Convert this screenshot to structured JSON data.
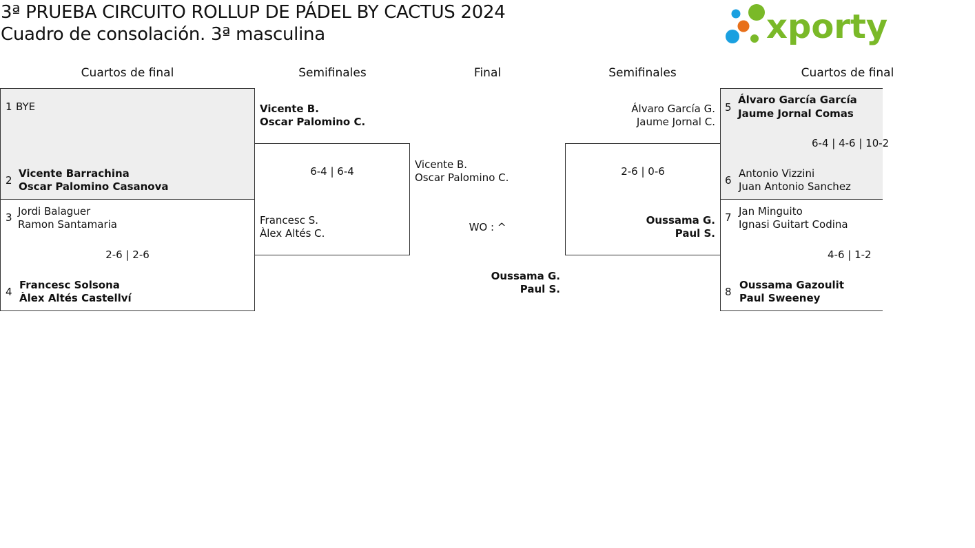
{
  "header": {
    "title_line1": "3ª PRUEBA CIRCUITO ROLLUP DE PÁDEL BY CACTUS 2024",
    "title_line2": "Cuadro de consolación. 3ª masculina"
  },
  "logo": {
    "text": "xporty",
    "colors": {
      "green": "#7ab928",
      "blue": "#1aa0e0",
      "orange": "#e8701a"
    }
  },
  "rounds": {
    "qf_left": "Cuartos de final",
    "sf_left": "Semifinales",
    "final": "Final",
    "sf_right": "Semifinales",
    "qf_right": "Cuartos de final"
  },
  "qf": [
    {
      "seed": "1",
      "p1": "BYE",
      "p2": ""
    },
    {
      "seed": "2",
      "p1": "Vicente Barrachina",
      "p2": "Oscar Palomino Casanova"
    },
    {
      "seed": "3",
      "p1": "Jordi Balaguer",
      "p2": "Ramon Santamaria"
    },
    {
      "seed": "4",
      "p1": "Francesc Solsona",
      "p2": "Àlex Altés Castellví"
    },
    {
      "seed": "5",
      "p1": "Álvaro García García",
      "p2": "Jaume Jornal Comas"
    },
    {
      "seed": "6",
      "p1": "Antonio Vizzini",
      "p2": "Juan Antonio Sanchez"
    },
    {
      "seed": "7",
      "p1": "Jan Minguito",
      "p2": "Ignasi Guitart Codina"
    },
    {
      "seed": "8",
      "p1": "Oussama Gazoulit",
      "p2": "Paul Sweeney"
    }
  ],
  "qf_scores": {
    "m34": "2-6 | 2-6",
    "m56": "6-4 | 4-6 | 10-2",
    "m78": "4-6 | 1-2"
  },
  "sf_left": {
    "top": {
      "p1": "Vicente B.",
      "p2": "Oscar Palomino C."
    },
    "bottom": {
      "p1": "Francesc S.",
      "p2": "Àlex Altés C."
    },
    "score": "6-4 | 6-4"
  },
  "sf_right": {
    "top": {
      "p1": "Álvaro García G.",
      "p2": "Jaume Jornal C."
    },
    "bottom": {
      "p1": "Oussama G.",
      "p2": "Paul S."
    },
    "score": "2-6 | 0-6"
  },
  "final": {
    "top": {
      "p1": "Vicente B.",
      "p2": "Oscar Palomino C."
    },
    "score": "WO : ^",
    "winner": {
      "p1": "Oussama G.",
      "p2": "Paul S."
    }
  }
}
